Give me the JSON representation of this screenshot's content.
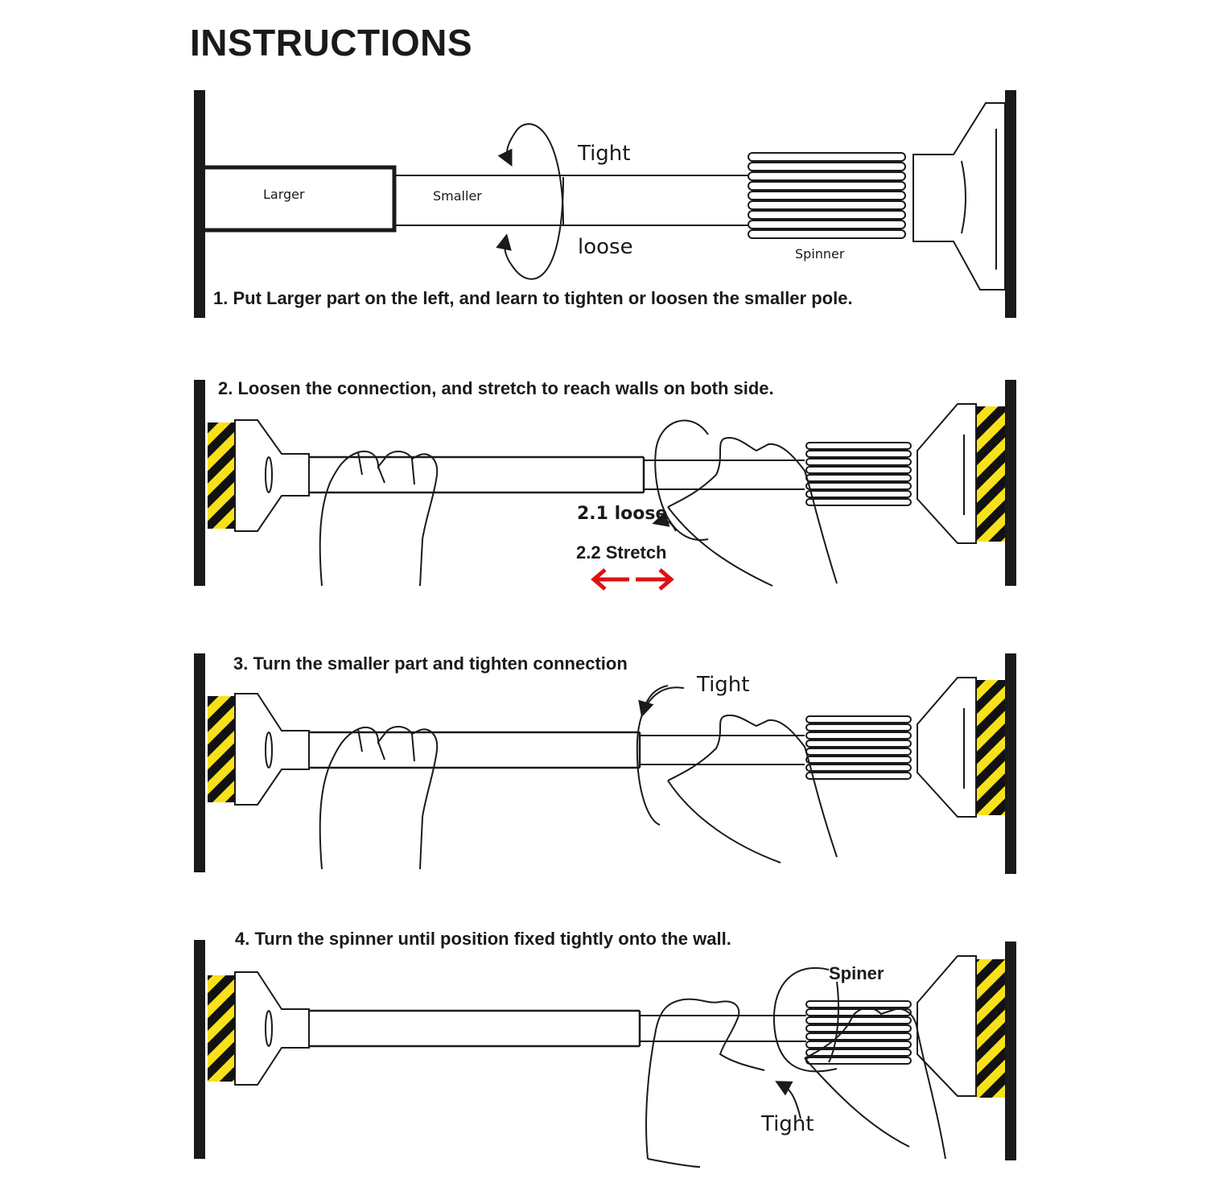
{
  "title": "INSTRUCTIONS",
  "colors": {
    "ink": "#1a1a1a",
    "hazard_yellow": "#f7e11b",
    "arrow_red": "#e01010"
  },
  "panel1": {
    "step": "1. Put Larger part on the left, and learn to tighten or loosen the smaller pole.",
    "larger": "Larger",
    "smaller": "Smaller",
    "tight": "Tight",
    "loose": "loose",
    "spinner": "Spinner"
  },
  "panel2": {
    "step": "2. Loosen the connection, and stretch to reach walls on both side.",
    "loose": "2.1 loose",
    "stretch": "2.2 Stretch"
  },
  "panel3": {
    "step": "3. Turn the smaller part and tighten connection",
    "tight": "Tight"
  },
  "panel4": {
    "step": "4. Turn the spinner until position fixed tightly onto the wall.",
    "spiner": "Spiner",
    "tight": "Tight"
  }
}
